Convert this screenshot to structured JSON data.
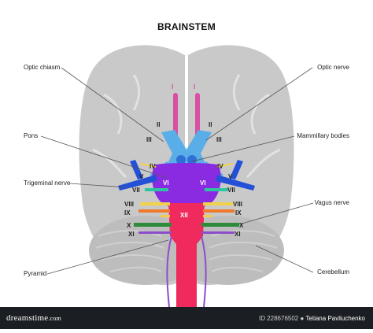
{
  "title": "BRAINSTEM",
  "labels": {
    "optic_chiasm": "Optic chiasm",
    "optic_nerve": "Optic nerve",
    "pons": "Pons",
    "mammillary_bodies": "Mammillary bodies",
    "trigeminal_nerve": "Trigeminal nerve",
    "vagus_nerve": "Vagus nerve",
    "pyramid": "Pyramid",
    "cerebellum": "Cerebellum"
  },
  "cranial_nerves": [
    "I",
    "II",
    "III",
    "IV",
    "V",
    "VI",
    "VII",
    "VIII",
    "IX",
    "X",
    "XI",
    "XII"
  ],
  "colors": {
    "brain": "#c9c9c9",
    "brain_lobe": "#d6d6d6",
    "cerebellum": "#b9b9b9",
    "olfactory": "#d94fa3",
    "optic": "#5aaee8",
    "mammillary": "#2f6fd6",
    "pons": "#8a2be2",
    "medulla": "#f02a5c",
    "trigeminal": "#2450d8",
    "facial": "#2ec4a0",
    "vestibulocochlear": "#f3d24b",
    "glossopharyngeal": "#f07a2a",
    "vagus": "#2e8b3a",
    "accessory": "#8c4dcc",
    "hypoglossal": "#f6c84c"
  },
  "footer": {
    "logo": "dreamstime",
    "logo_suffix": ".com",
    "id_text": "ID 228676502",
    "author": "Tetiana Pavliuchenko"
  }
}
